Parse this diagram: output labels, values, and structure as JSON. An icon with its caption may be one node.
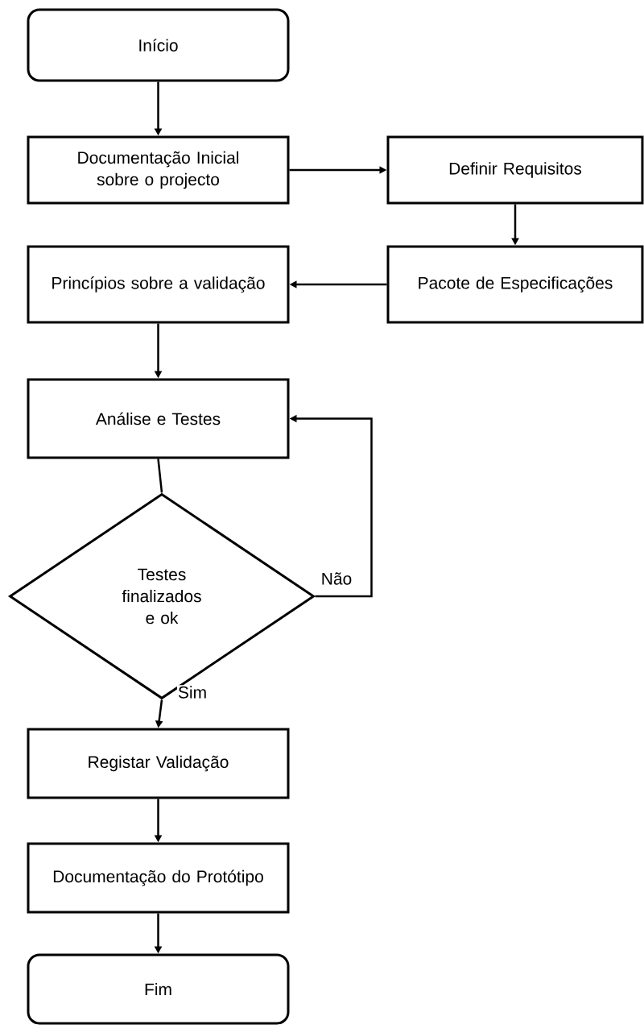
{
  "diagram": {
    "nodes": [
      {
        "text": [
          "Início"
        ]
      },
      {
        "text": [
          "Documentação Inicial sobre o projecto"
        ]
      },
      {
        "text": [
          "Definir Requisitos"
        ]
      },
      {
        "text": [
          "Pacote de Especificações"
        ]
      },
      {
        "text": [
          "Princípios sobre a validação"
        ]
      },
      {
        "text": [
          "Análise e Testes"
        ]
      },
      {
        "text": [
          "Testes finalizados e ok"
        ]
      },
      {
        "text": [
          "Registar Validação"
        ]
      },
      {
        "text": [
          "Documentação do Protótipo"
        ]
      },
      {
        "text": [
          "Fim"
        ]
      }
    ],
    "edges": [
      {
        "from": 0,
        "to": 1,
        "arrow": "to"
      },
      {
        "from": 1,
        "to": 2,
        "arrow": "to"
      },
      {
        "from": 2,
        "to": 3,
        "arrow": "to"
      },
      {
        "from": 3,
        "to": 4,
        "arrow": "to"
      },
      {
        "from": 4,
        "to": 5,
        "arrow": "to"
      },
      {
        "from": 5,
        "to": 6,
        "arrow": "none"
      },
      {
        "from": 6,
        "to": 5,
        "arrow": "to",
        "label": "Não"
      },
      {
        "from": 6,
        "to": 7,
        "arrow": "to",
        "label": "Sim"
      },
      {
        "from": 7,
        "to": 8,
        "arrow": "to"
      },
      {
        "from": 8,
        "to": 9,
        "arrow": "to"
      }
    ]
  }
}
